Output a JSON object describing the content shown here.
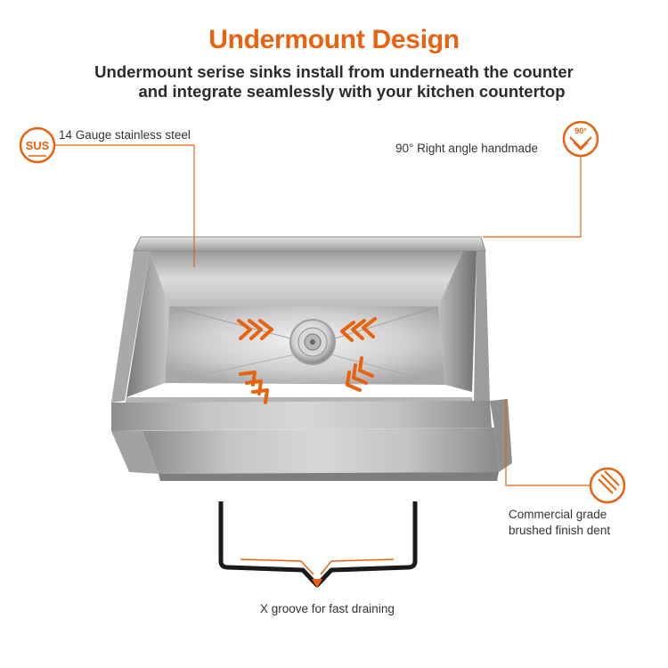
{
  "header": {
    "title": "Undermount Design",
    "subtitle_line1": "Undermount serise sinks install from underneath the counter",
    "subtitle_line2": "and integrate seamlessly with your kitchen countertop"
  },
  "callouts": {
    "material": {
      "icon_text": "SUS",
      "label": "14 Gauge stainless steel"
    },
    "angle": {
      "icon_text": "90°",
      "label": "90° Right angle handmade"
    },
    "finish": {
      "label_line1": "Commercial grade",
      "label_line2": "brushed finish dent"
    },
    "groove": {
      "label": "X groove for fast draining"
    }
  },
  "colors": {
    "accent": "#e8620f",
    "text": "#333333",
    "steel_light": "#d9d9d9",
    "steel_dark": "#8a8a8a"
  }
}
